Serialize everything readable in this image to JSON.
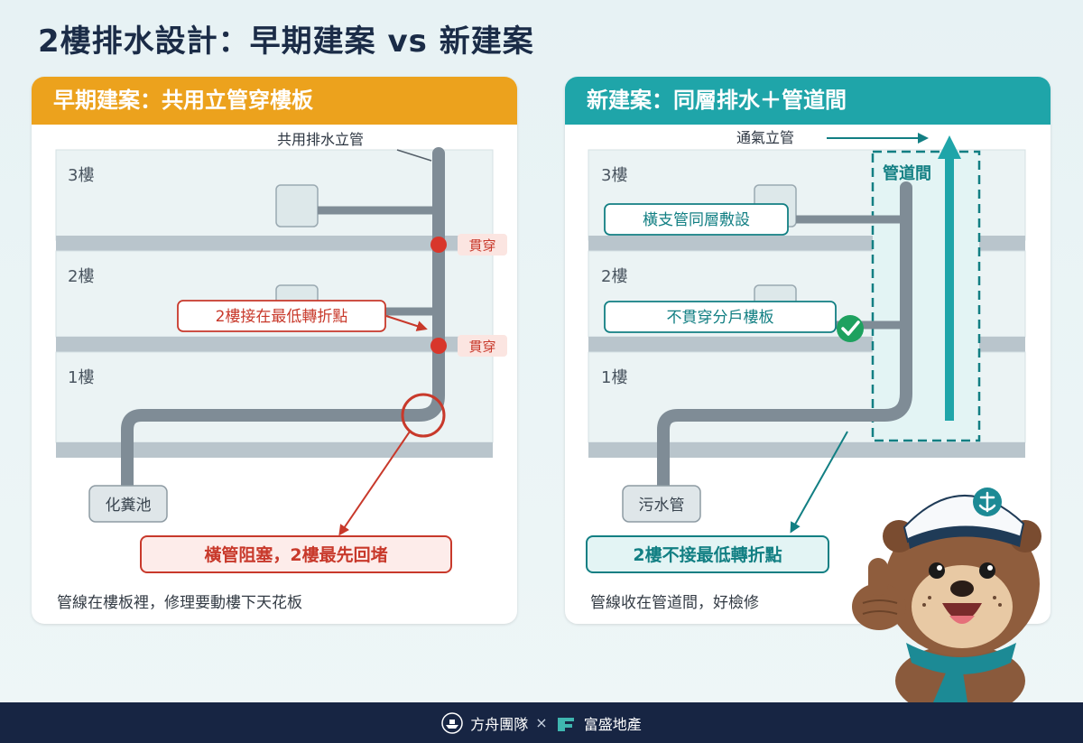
{
  "title": "2樓排水設計：早期建案 vs 新建案",
  "left_panel": {
    "header": "早期建案：共用立管穿樓板",
    "floors": [
      "3樓",
      "2樓",
      "1樓"
    ],
    "riser_label": "共用排水立管",
    "penetration_badges": [
      "貫穿",
      "貫穿"
    ],
    "connect_callout": "2樓接在最低轉折點",
    "tank_label": "化糞池",
    "problem_callout": "橫管阻塞，2樓最先回堵",
    "caption": "管線在樓板裡，修理要動樓下天花板"
  },
  "right_panel": {
    "header": "新建案：同層排水＋管道間",
    "floors": [
      "3樓",
      "2樓",
      "1樓"
    ],
    "vent_label": "通氣立管",
    "shaft_label": "管道間",
    "branch_callout": "橫支管同層敷設",
    "no_penetration_callout": "不貫穿分戶樓板",
    "sewer_label": "污水管",
    "benefit_callout": "2樓不接最低轉折點",
    "caption": "管線收在管道間，好檢修"
  },
  "footer": {
    "team": "方舟團隊",
    "separator": "×",
    "partner": "富盛地產"
  },
  "colors": {
    "left_accent": "#eca21d",
    "right_accent": "#1fa5a9",
    "pipe": "#7f8c96",
    "alert_red": "#c8392b",
    "teal_dark": "#127f83",
    "footer_bg": "#172543"
  }
}
